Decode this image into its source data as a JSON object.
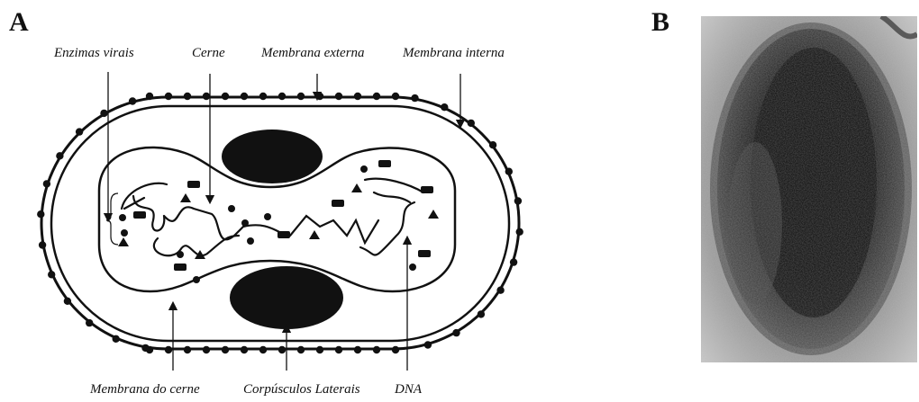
{
  "figure": {
    "panel_a": {
      "letter": "A",
      "callouts": {
        "enzimas_virais": "Enzimas virais",
        "cerne": "Cerne",
        "membrana_externa": "Membrana externa",
        "membrana_interna": "Membrana interna",
        "membrana_do_cerne": "Membrana do cerne",
        "corpusculos_laterais": "Corpúsculos Laterais",
        "dna": "DNA"
      }
    },
    "panel_b": {
      "letter": "B",
      "image_description_icon": "electron-micrograph"
    }
  },
  "colors": {
    "ink": "#111111",
    "micrograph_dark": "#0a0a0a",
    "micrograph_mid": "#555555",
    "micrograph_light": "#c9c9c9"
  }
}
